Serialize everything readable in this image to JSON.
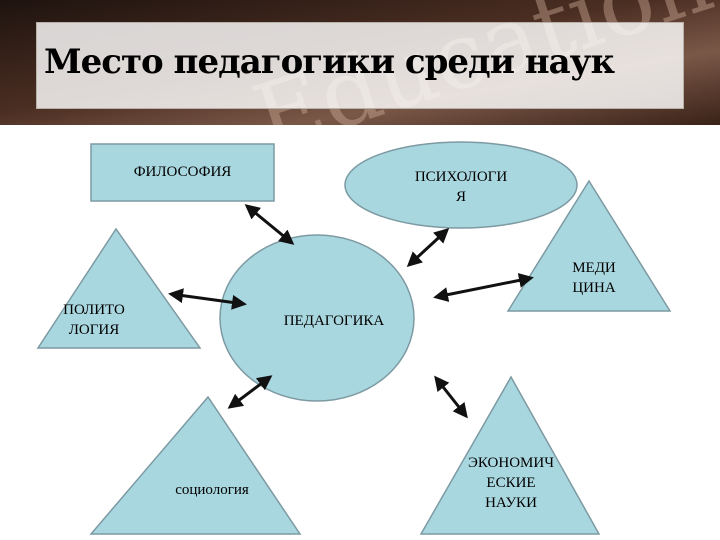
{
  "title": "Место педагогики среди наук",
  "banner_watermark": "Education",
  "colors": {
    "node_fill": "#a9d7df",
    "node_stroke": "#7d9aa3",
    "arrow": "#111111",
    "banner_dark": "#3a2218",
    "banner_light": "#8a6a5a"
  },
  "nodes": {
    "center": "ПЕДАГОГИКА",
    "philosophy": "ФИЛОСОФИЯ",
    "psychology": "ПСИХОЛОГИ\nЯ",
    "medicine": "МЕДИ\nЦИНА",
    "politology": "ПОЛИТО\nЛОГИЯ",
    "sociology": "социология",
    "economics": "ЭКОНОМИЧ\nЕСКИЕ\nНАУКИ"
  }
}
